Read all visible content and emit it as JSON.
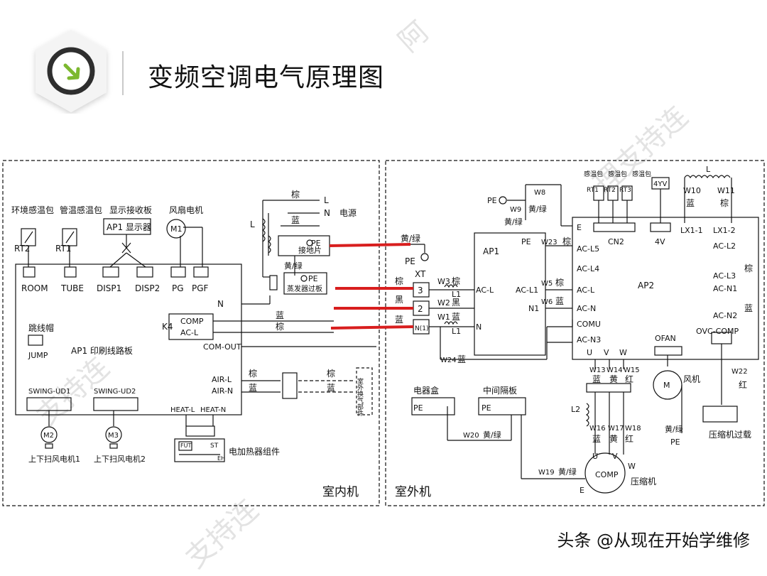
{
  "header": {
    "title": "变频空调电气原理图",
    "accent": "#7cb82f",
    "icon": "arrow-down-right-icon"
  },
  "watermarks": [
    "阿",
    "理支持连",
    "支持连",
    "支持连"
  ],
  "footer": {
    "credit": "头条 @从现在开始学维修"
  },
  "wire_highlight_color": "#d81e1e",
  "indoor": {
    "section_label": "室内机",
    "sensors": [
      {
        "name": "环境感温包",
        "ref": "RT2",
        "plug": "ROOM"
      },
      {
        "name": "管温感温包",
        "ref": "RT1",
        "plug": "TUBE"
      }
    ],
    "display_board": {
      "name": "显示接收板",
      "box": "AP1 显示器",
      "plugs": [
        "DISP1",
        "DISP2"
      ]
    },
    "fan_motor": {
      "name": "风扇电机",
      "ref": "M1",
      "plugs": [
        "PG",
        "PGF"
      ]
    },
    "power": {
      "title": "电源",
      "L": "L",
      "N": "N",
      "brown": "棕",
      "blue": "蓝",
      "yg": "黄/绿",
      "ground_plate": "接地片",
      "evap_plate": "蒸发器过板",
      "pe": "PE",
      "L_coil": "L"
    },
    "board": {
      "name": "AP1 印刷线路板",
      "jumper_title": "跳线帽",
      "jumper": "JUMP",
      "K4": "K4",
      "comp": "COMP",
      "acl": "AC-L",
      "N": "N",
      "com_out": "COM-OUT",
      "air_l": "AIR-L",
      "air_n": "AIR-N",
      "heat_l": "HEAT-L",
      "heat_n": "HEAT-N"
    },
    "wire_blue": "蓝",
    "wire_brown": "棕",
    "swing": [
      {
        "plug": "SWING-UD1",
        "ref": "M2",
        "name": "上下扫风电机1"
      },
      {
        "plug": "SWING-UD2",
        "ref": "M3",
        "name": "上下扫风电机2"
      }
    ],
    "heater": {
      "name": "电加热器组件",
      "fu": "FUT",
      "st": "ST",
      "eh": "EH"
    },
    "outdoor_ex": "室外换气部件"
  },
  "terminal": {
    "title": "XT",
    "t3": "3",
    "t2": "2",
    "t1": "N(1)",
    "brown": "棕",
    "black": "黑",
    "blue": "蓝",
    "yg": "黄/绿",
    "pe": "PE"
  },
  "outdoor": {
    "section_label": "室外机",
    "ap1": {
      "name": "AP1",
      "pe": "PE",
      "acl": "AC-L",
      "acl1": "AC-L1",
      "n1": "N1",
      "n": "N"
    },
    "wires": {
      "w1": "W1",
      "w2": "W2",
      "w3": "W3",
      "w5": "W5",
      "w6": "W6",
      "w8": "W8",
      "w9": "W9",
      "w23": "W23",
      "w24": "W24",
      "w10": "W10",
      "w11": "W11",
      "w13": "W13",
      "w14": "W14",
      "w15": "W15",
      "w16": "W16",
      "w17": "W17",
      "w18": "W18",
      "w19": "W19",
      "w20": "W20",
      "w22": "W22"
    },
    "colors": {
      "brown": "棕",
      "blue": "蓝",
      "black": "黑",
      "yg": "黄/绿",
      "yellow": "黄",
      "red": "红"
    },
    "coils": {
      "l1": "L1",
      "l2": "L2",
      "l": "L"
    },
    "ap2": {
      "name": "AP2",
      "e": "E",
      "acl5": "AC-L5",
      "acl4": "AC-L4",
      "acl": "AC-L",
      "acn": "AC-N",
      "comu": "COMU",
      "acn3": "AC-N3",
      "u": "U",
      "v": "V",
      "w": "W",
      "cn2": "CN2",
      "v4": "4V",
      "lx11": "LX1-1",
      "lx12": "LX1-2",
      "acl2": "AC-L2",
      "acl3": "AC-L3",
      "acn1": "AC-N1",
      "acn2": "AC-N2",
      "ofan": "OFAN",
      "ovc": "OVC-COMP"
    },
    "sensors": {
      "label": "感温包",
      "rt1": "RT1",
      "rt2": "RT2",
      "rt3": "RT3",
      "valve": "4YV"
    },
    "fan": {
      "name": "风机",
      "ref": "M"
    },
    "comp": {
      "name": "压缩机",
      "ref": "COMP",
      "e": "E",
      "u": "U",
      "v": "V",
      "w": "W"
    },
    "overload": "压缩机过载",
    "elec_box": {
      "name": "电器盒",
      "pe": "PE"
    },
    "partition": {
      "name": "中间隔板",
      "pe": "PE"
    },
    "pe": "PE"
  }
}
